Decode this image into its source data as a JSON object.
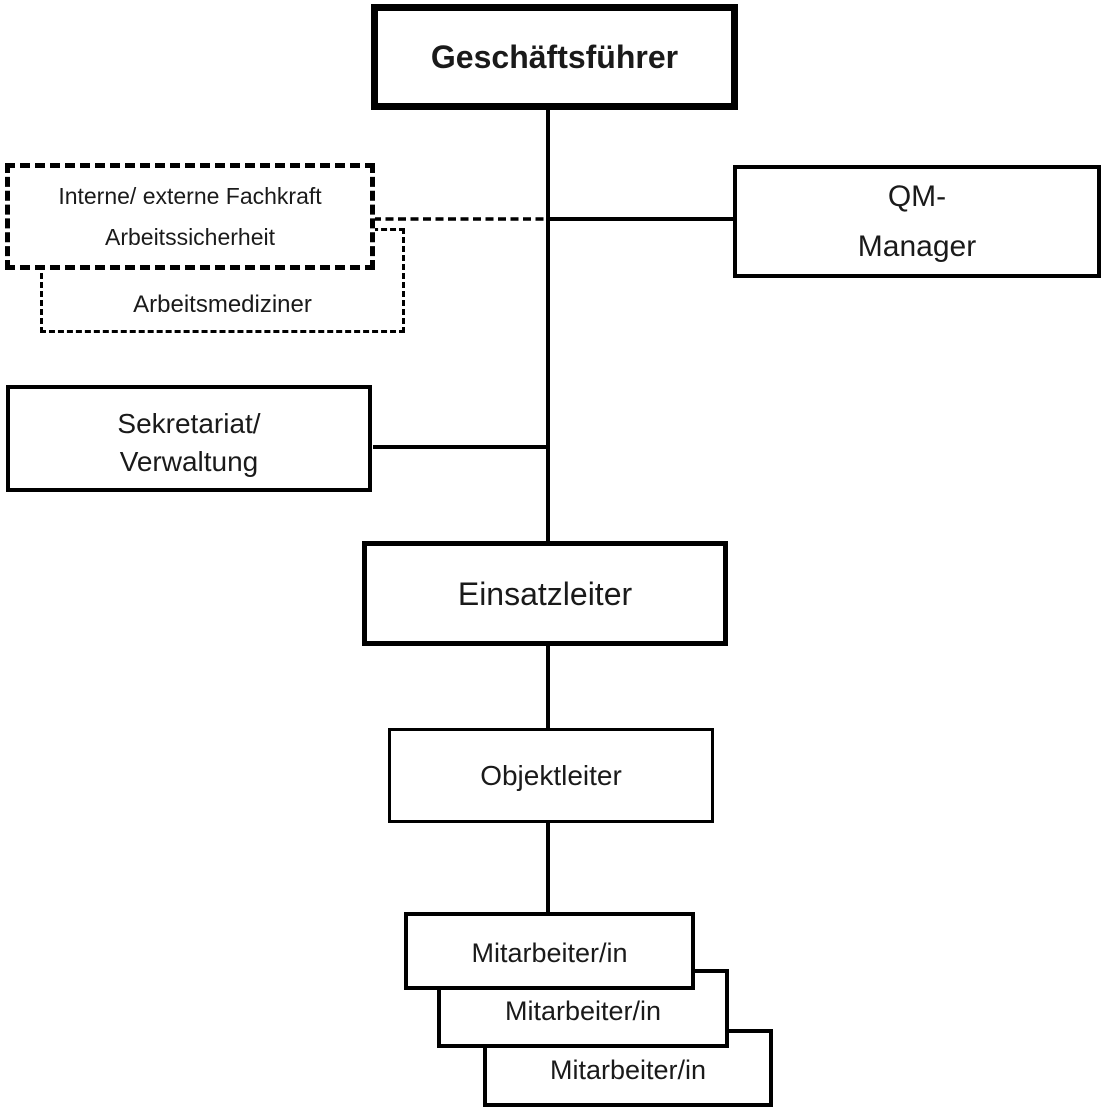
{
  "diagram": {
    "background_color": "#ffffff",
    "line_color": "#000000",
    "nodes": {
      "geschaeftsfuehrer": {
        "label": "Geschäftsführer",
        "style": "solid-bold-border"
      },
      "fachkraft_arbeitssicherheit": {
        "line1": "Interne/ externe Fachkraft",
        "line2": "Arbeitssicherheit",
        "style": "dashed-border"
      },
      "arbeitsmediziner": {
        "label": "Arbeitsmediziner",
        "style": "dashed-border"
      },
      "qm_manager": {
        "line1": "QM-",
        "line2": "Manager",
        "style": "solid-border"
      },
      "sekretariat_verwaltung": {
        "line1": "Sekretariat/",
        "line2": "Verwaltung",
        "style": "solid-border"
      },
      "einsatzleiter": {
        "label": "Einsatzleiter",
        "style": "solid-border"
      },
      "objektleiter": {
        "label": "Objektleiter",
        "style": "solid-border"
      },
      "mitarbeiter_1": {
        "label": "Mitarbeiter/in",
        "style": "solid-border"
      },
      "mitarbeiter_2": {
        "label": "Mitarbeiter/in",
        "style": "solid-border"
      },
      "mitarbeiter_3": {
        "label": "Mitarbeiter/in",
        "style": "solid-border"
      }
    },
    "edges": [
      {
        "from": "geschaeftsfuehrer",
        "to": "einsatzleiter",
        "style": "solid"
      },
      {
        "from": "fachkraft_arbeitssicherheit",
        "to": "center-trunk",
        "style": "dashed"
      },
      {
        "from": "center-trunk",
        "to": "qm_manager",
        "style": "solid"
      },
      {
        "from": "sekretariat_verwaltung",
        "to": "center-trunk",
        "style": "solid"
      },
      {
        "from": "einsatzleiter",
        "to": "objektleiter",
        "style": "solid"
      },
      {
        "from": "objektleiter",
        "to": "mitarbeiter_1",
        "style": "solid"
      }
    ]
  }
}
